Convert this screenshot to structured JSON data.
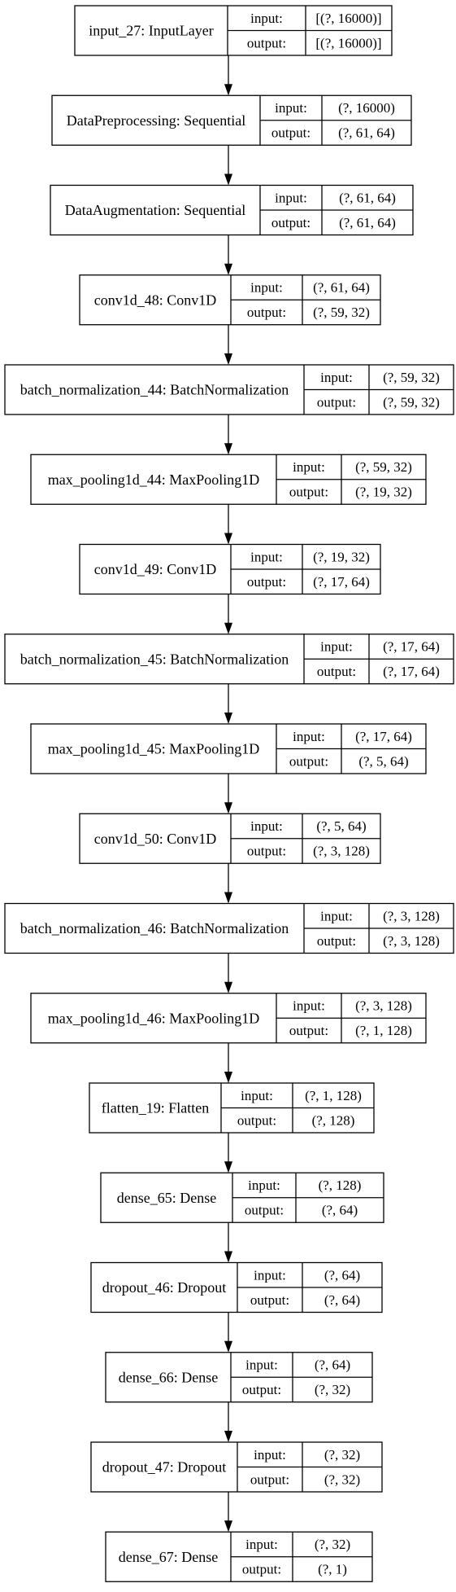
{
  "model_graph": {
    "input_label": "input:",
    "output_label": "output:",
    "layers": [
      {
        "name": "input_27: InputLayer",
        "input": "[(?, 16000)]",
        "output": "[(?, 16000)]"
      },
      {
        "name": "DataPreprocessing: Sequential",
        "input": "(?, 16000)",
        "output": "(?, 61, 64)"
      },
      {
        "name": "DataAugmentation: Sequential",
        "input": "(?, 61, 64)",
        "output": "(?, 61, 64)"
      },
      {
        "name": "conv1d_48: Conv1D",
        "input": "(?, 61, 64)",
        "output": "(?, 59, 32)"
      },
      {
        "name": "batch_normalization_44: BatchNormalization",
        "input": "(?, 59, 32)",
        "output": "(?, 59, 32)"
      },
      {
        "name": "max_pooling1d_44: MaxPooling1D",
        "input": "(?, 59, 32)",
        "output": "(?, 19, 32)"
      },
      {
        "name": "conv1d_49: Conv1D",
        "input": "(?, 19, 32)",
        "output": "(?, 17, 64)"
      },
      {
        "name": "batch_normalization_45: BatchNormalization",
        "input": "(?, 17, 64)",
        "output": "(?, 17, 64)"
      },
      {
        "name": "max_pooling1d_45: MaxPooling1D",
        "input": "(?, 17, 64)",
        "output": "(?, 5, 64)"
      },
      {
        "name": "conv1d_50: Conv1D",
        "input": "(?, 5, 64)",
        "output": "(?, 3, 128)"
      },
      {
        "name": "batch_normalization_46: BatchNormalization",
        "input": "(?, 3, 128)",
        "output": "(?, 3, 128)"
      },
      {
        "name": "max_pooling1d_46: MaxPooling1D",
        "input": "(?, 3, 128)",
        "output": "(?, 1, 128)"
      },
      {
        "name": "flatten_19: Flatten",
        "input": "(?, 1, 128)",
        "output": "(?, 128)"
      },
      {
        "name": "dense_65: Dense",
        "input": "(?, 128)",
        "output": "(?, 64)"
      },
      {
        "name": "dropout_46: Dropout",
        "input": "(?, 64)",
        "output": "(?, 64)"
      },
      {
        "name": "dense_66: Dense",
        "input": "(?, 64)",
        "output": "(?, 32)"
      },
      {
        "name": "dropout_47: Dropout",
        "input": "(?, 32)",
        "output": "(?, 32)"
      },
      {
        "name": "dense_67: Dense",
        "input": "(?, 32)",
        "output": "(?, 1)"
      }
    ]
  }
}
